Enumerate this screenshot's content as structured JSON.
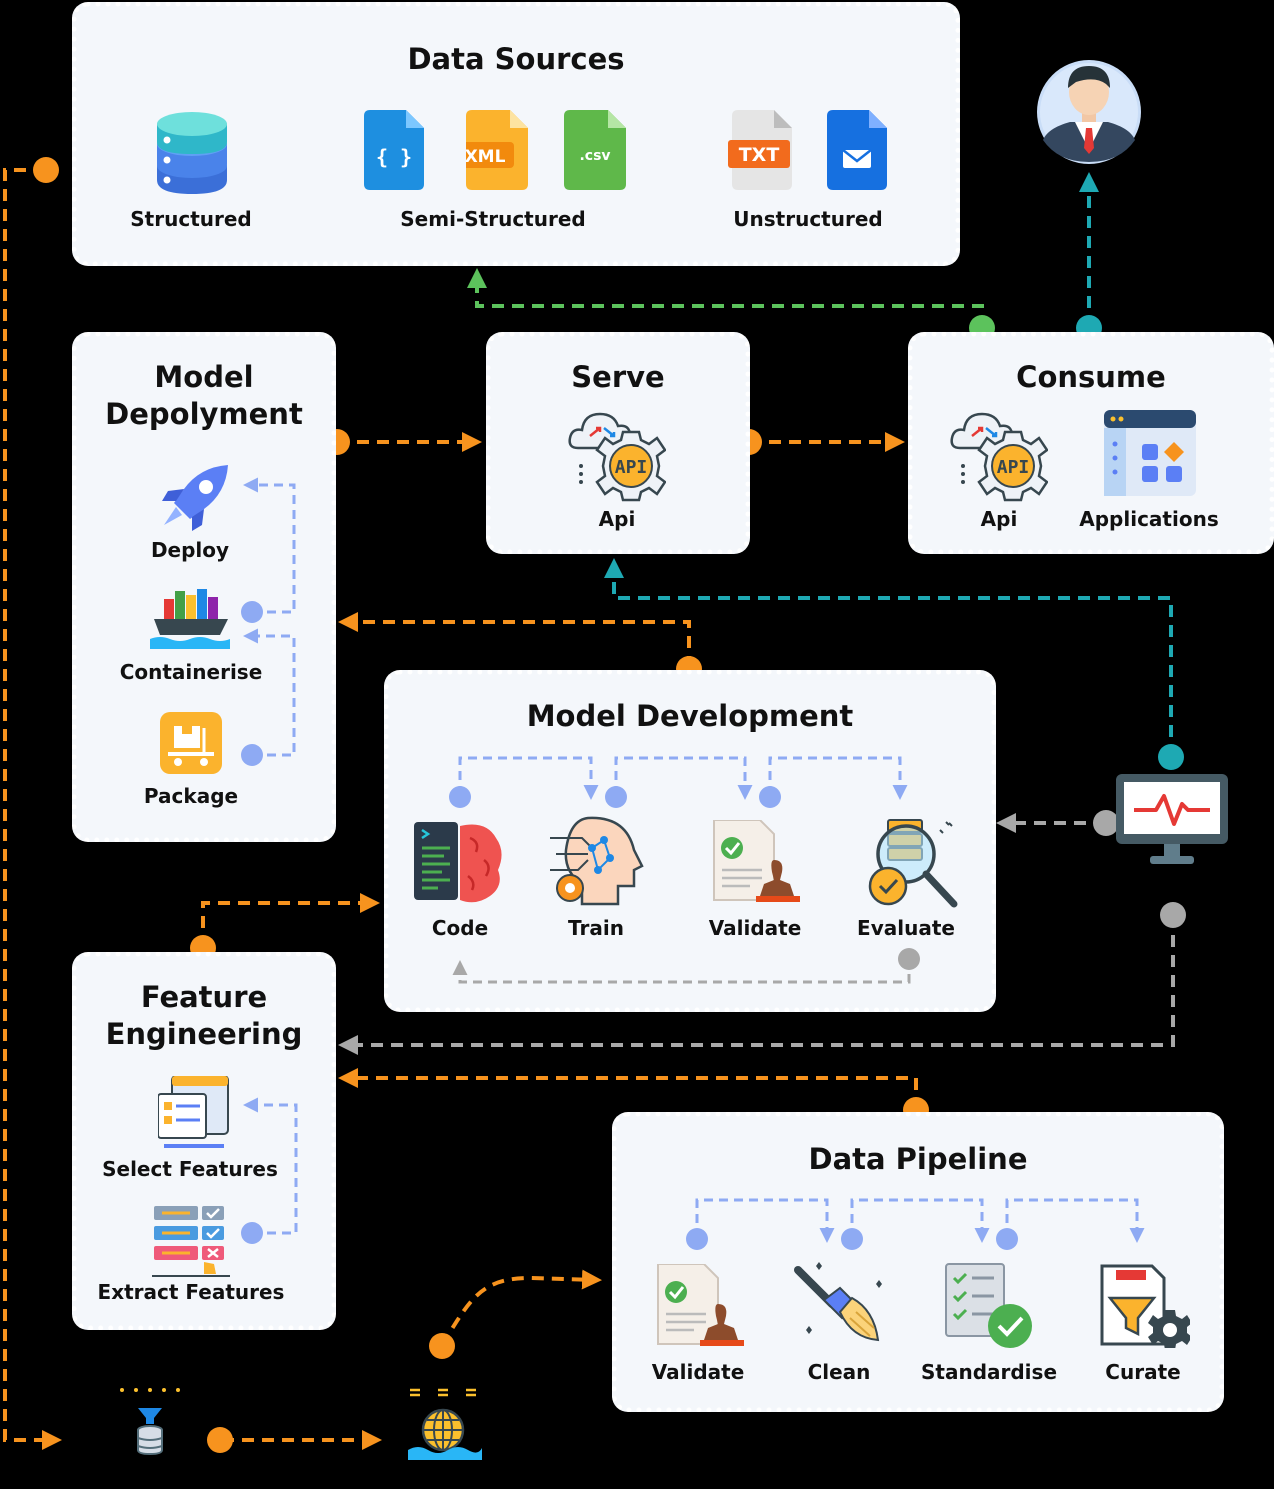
{
  "data_sources": {
    "title": "Data Sources",
    "structured": "Structured",
    "semi_structured": "Semi-Structured",
    "unstructured": "Unstructured",
    "icon_labels": {
      "json": "{ }",
      "xml": "XML",
      "csv": ".csv",
      "txt": "TXT"
    }
  },
  "model_deployment": {
    "title_line1": "Model",
    "title_line2": "Depolyment",
    "deploy": "Deploy",
    "containerise": "Containerise",
    "package": "Package"
  },
  "serve": {
    "title": "Serve",
    "api": "Api",
    "api_icon_text": "API"
  },
  "consume": {
    "title": "Consume",
    "api": "Api",
    "applications": "Applications",
    "api_icon_text": "API"
  },
  "model_development": {
    "title": "Model Development",
    "code": "Code",
    "train": "Train",
    "validate": "Validate",
    "evaluate": "Evaluate"
  },
  "feature_engineering": {
    "title_line1": "Feature",
    "title_line2": "Engineering",
    "select_features": "Select Features",
    "extract_features": "Extract Features"
  },
  "data_pipeline": {
    "title": "Data Pipeline",
    "validate": "Validate",
    "clean": "Clean",
    "standardise": "Standardise",
    "curate": "Curate"
  },
  "colors": {
    "orange": "#f7931e",
    "green": "#5cc25c",
    "teal": "#1ea9b3",
    "blue": "#8eaaf3",
    "gray": "#a8a8a8",
    "box": "#f4f7fb"
  }
}
